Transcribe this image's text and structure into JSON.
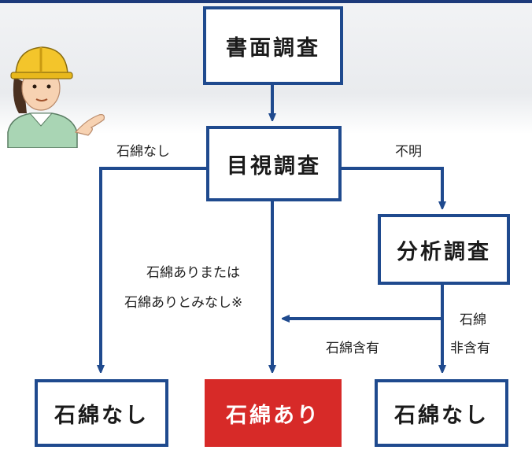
{
  "boxes": {
    "document_survey": "書面調査",
    "visual_survey": "目視調査",
    "analysis_survey": "分析調査",
    "result_none_left": "石綿なし",
    "result_present": "石綿あり",
    "result_none_right": "石綿なし"
  },
  "labels": {
    "no_asbestos": "石綿なし",
    "unknown": "不明",
    "present_or_deemed_line1": "石綿ありまたは",
    "present_or_deemed_line2": "石綿ありとみなし※",
    "contains_asbestos": "石綿含有",
    "not_containing_line1": "石綿",
    "not_containing_line2": "非含有"
  },
  "colors": {
    "box_border": "#1f4a8e",
    "arrow": "#1f4a8e",
    "highlight": "#d72a28"
  },
  "illustration": "construction-worker-hardhat"
}
